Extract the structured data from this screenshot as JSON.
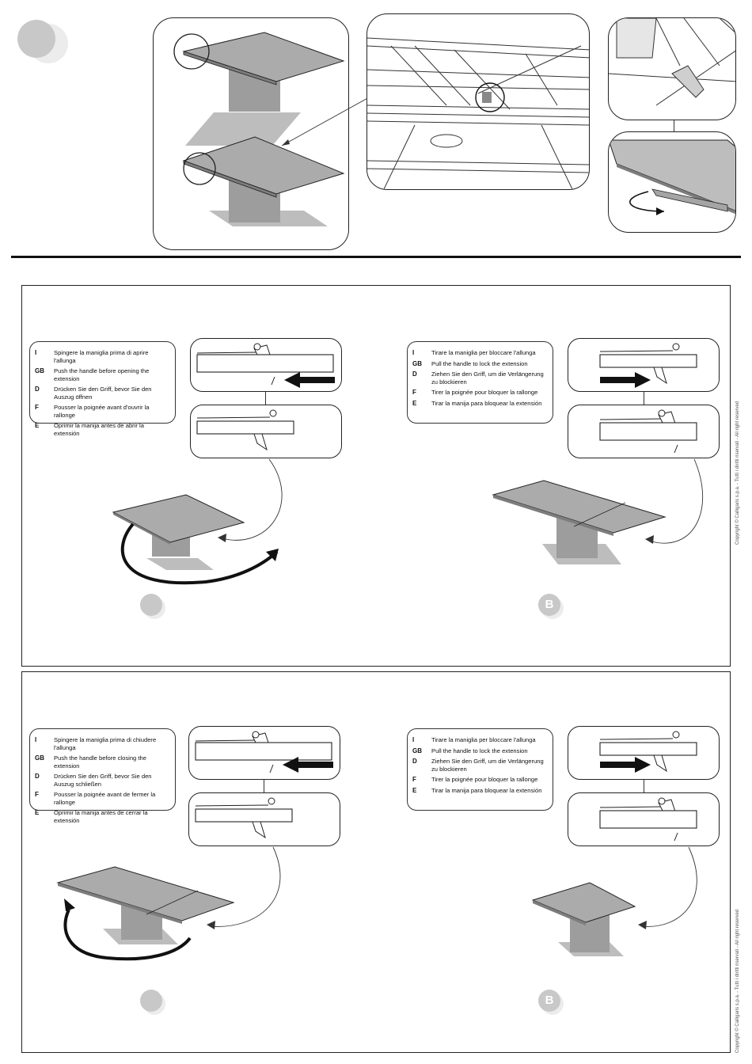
{
  "header": {
    "step_marker": ""
  },
  "panels": [
    {
      "step_letter": "",
      "legend": [
        {
          "code": "I",
          "text": "Spingere la maniglia prima di aprire l'allunga"
        },
        {
          "code": "GB",
          "text": "Push the handle before opening the extension"
        },
        {
          "code": "D",
          "text": "Drücken Sie den Griff, bevor Sie den Auszug öffnen"
        },
        {
          "code": "F",
          "text": "Pousser la poignée avant d'ouvrir la rallonge"
        },
        {
          "code": "E",
          "text": "Oprimir la manija antes de abrir la extensión"
        }
      ]
    },
    {
      "step_letter": "B",
      "legend": [
        {
          "code": "I",
          "text": "Tirare la maniglia per bloccare l'allunga"
        },
        {
          "code": "GB",
          "text": "Pull the handle to lock the extension"
        },
        {
          "code": "D",
          "text": "Ziehen Sie den Griff, um die Verlängerung zu blockieren"
        },
        {
          "code": "F",
          "text": "Tirer la poignée pour bloquer la rallonge"
        },
        {
          "code": "E",
          "text": "Tirar la manija para bloquear la extensión"
        }
      ]
    },
    {
      "step_letter": "",
      "legend": [
        {
          "code": "I",
          "text": "Spingere la maniglia prima di chiudere l'allunga"
        },
        {
          "code": "GB",
          "text": "Push the handle before closing the extension"
        },
        {
          "code": "D",
          "text": "Drücken Sie den Griff, bevor Sie den Auszug schließen"
        },
        {
          "code": "F",
          "text": "Pousser la poignée avant de fermer la rallonge"
        },
        {
          "code": "E",
          "text": "Oprimir la manija antes de cerrar la extensión"
        }
      ]
    },
    {
      "step_letter": "B",
      "legend": [
        {
          "code": "I",
          "text": "Tirare la maniglia per bloccare l'allunga"
        },
        {
          "code": "GB",
          "text": "Pull the handle to lock the extension"
        },
        {
          "code": "D",
          "text": "Ziehen Sie den Griff, um die Verlängerung zu blockieren"
        },
        {
          "code": "F",
          "text": "Tirer la poignée pour bloquer la rallonge"
        },
        {
          "code": "E",
          "text": "Tirar la manija para bloquear la extensión"
        }
      ]
    }
  ],
  "copyright": "Copyright © Calligaris s.p.a. - Tutti i diritti riservati - All right reserved",
  "colors": {
    "tabletop": "#a9a9a9",
    "base": "#9c9c9c",
    "floor": "#bdbdbd",
    "line": "#222222"
  }
}
